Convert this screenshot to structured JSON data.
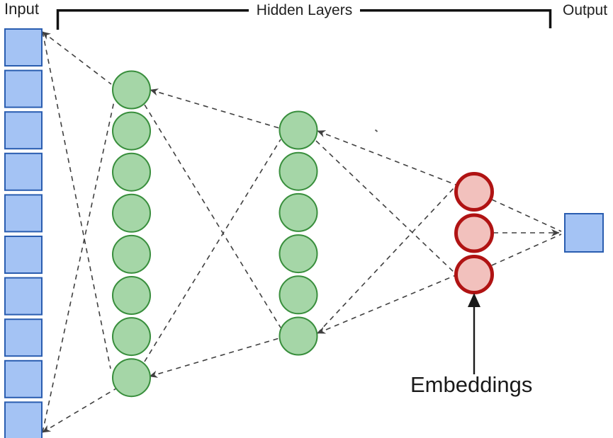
{
  "labels": {
    "input": "Input",
    "hidden_layers": "Hidden Layers",
    "output": "Output",
    "embeddings": "Embeddings"
  },
  "diagram": {
    "type": "neural-network-autoencoder",
    "layers": [
      {
        "id": "input",
        "label": "Input",
        "shape": "square",
        "count": 10
      },
      {
        "id": "hidden1",
        "label": "",
        "shape": "circle",
        "count": 8
      },
      {
        "id": "hidden2",
        "label": "",
        "shape": "circle",
        "count": 6
      },
      {
        "id": "embeddings",
        "label": "Embeddings",
        "shape": "circle",
        "count": 3
      },
      {
        "id": "output",
        "label": "Output",
        "shape": "square",
        "count": 1
      }
    ],
    "connection_style": "dashed"
  },
  "colors": {
    "input_fill": "#a4c3f4",
    "input_stroke": "#2a5db0",
    "hidden_fill": "#a5d6a7",
    "hidden_stroke": "#388e3c",
    "embedding_fill": "#f2c1bd",
    "embedding_stroke": "#b01313",
    "connector": "#404040",
    "bracket": "#111111",
    "arrow": "#1a1a1a",
    "text": "#212121"
  }
}
